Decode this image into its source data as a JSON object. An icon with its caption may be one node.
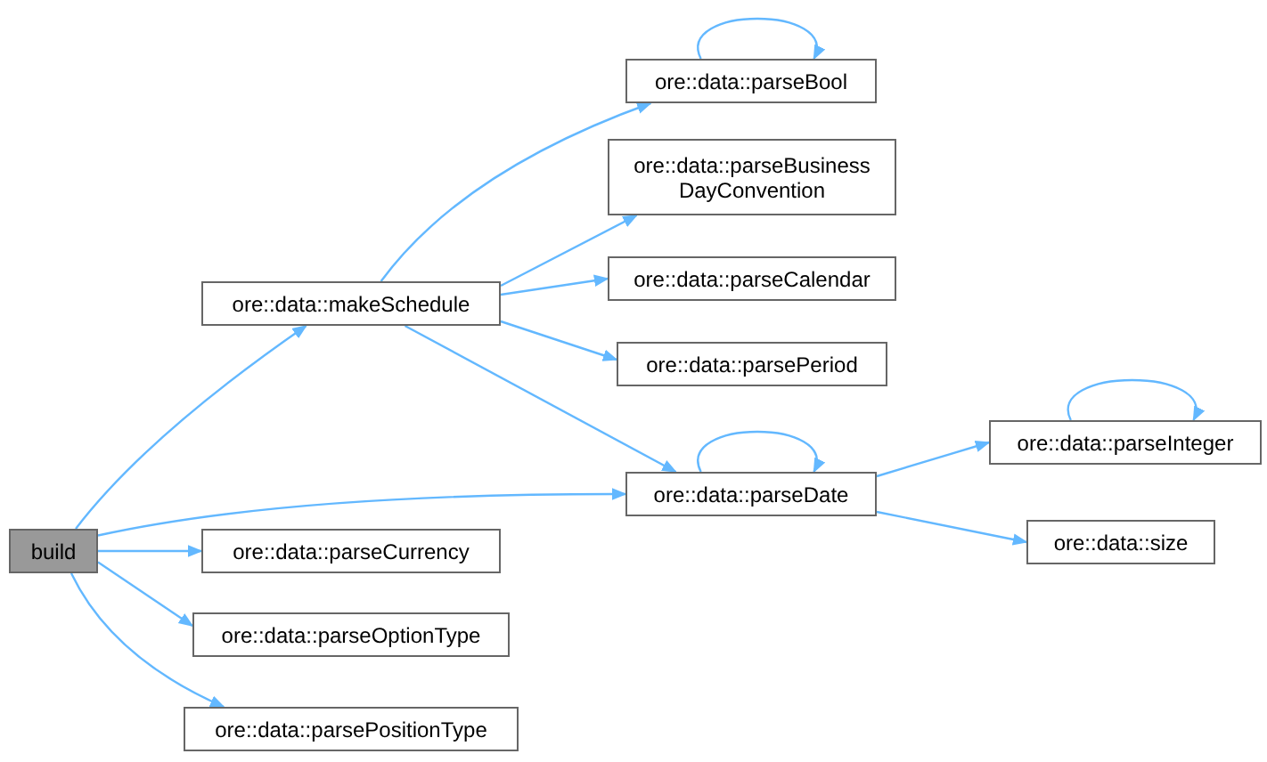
{
  "diagram": {
    "nodes": [
      {
        "text": [
          "build"
        ]
      },
      {
        "text": [
          "ore::data::makeSchedule"
        ]
      },
      {
        "text": [
          "ore::data::parseBool"
        ]
      },
      {
        "text": [
          "ore::data::parseBusiness DayConvention"
        ]
      },
      {
        "text": [
          "ore::data::parseCalendar"
        ]
      },
      {
        "text": [
          "ore::data::parsePeriod"
        ]
      },
      {
        "text": [
          "ore::data::parseDate"
        ]
      },
      {
        "text": [
          "ore::data::parseInteger"
        ]
      },
      {
        "text": [
          "ore::data::size"
        ]
      },
      {
        "text": [
          "ore::data::parseCurrency"
        ]
      },
      {
        "text": [
          "ore::data::parseOptionType"
        ]
      },
      {
        "text": [
          "ore::data::parsePositionType"
        ]
      }
    ],
    "edges": [
      {
        "from": 0,
        "to": 1,
        "arrow": "to"
      },
      {
        "from": 0,
        "to": 6,
        "arrow": "to"
      },
      {
        "from": 0,
        "to": 9,
        "arrow": "to"
      },
      {
        "from": 0,
        "to": 10,
        "arrow": "to"
      },
      {
        "from": 0,
        "to": 11,
        "arrow": "to"
      },
      {
        "from": 1,
        "to": 2,
        "arrow": "to"
      },
      {
        "from": 1,
        "to": 3,
        "arrow": "to"
      },
      {
        "from": 1,
        "to": 4,
        "arrow": "to"
      },
      {
        "from": 1,
        "to": 5,
        "arrow": "to"
      },
      {
        "from": 1,
        "to": 6,
        "arrow": "to"
      },
      {
        "from": 2,
        "to": 2,
        "arrow": "to"
      },
      {
        "from": 6,
        "to": 6,
        "arrow": "to"
      },
      {
        "from": 6,
        "to": 7,
        "arrow": "to"
      },
      {
        "from": 6,
        "to": 8,
        "arrow": "to"
      },
      {
        "from": 7,
        "to": 7,
        "arrow": "to"
      }
    ]
  }
}
